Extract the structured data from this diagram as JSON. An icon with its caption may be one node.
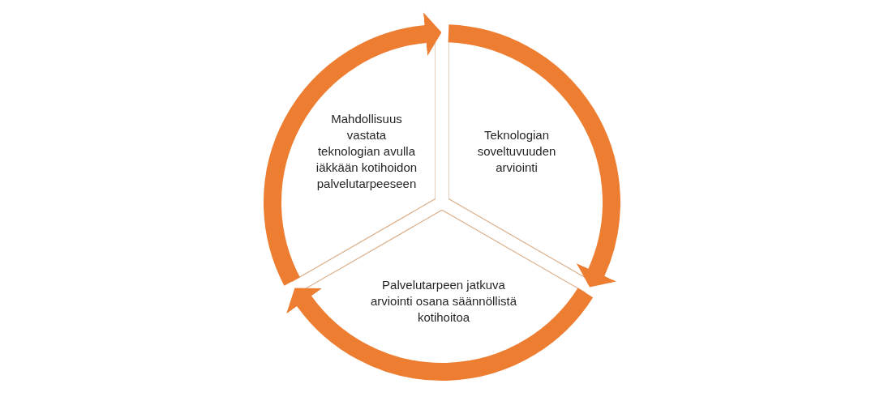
{
  "diagram": {
    "nodes": [
      {
        "text": [
          "Mahdollisuus vastata teknologian avulla iäkkään kotihoidon palvelutarpeeseen"
        ]
      },
      {
        "text": [
          "Teknologian soveltuvuuden arviointi"
        ]
      },
      {
        "text": [
          "Palvelutarpeen jatkuva arviointi osana säännöllistä kotihoitoa"
        ]
      }
    ],
    "edges": [
      {
        "from": 0,
        "to": 1,
        "arrow": "to"
      },
      {
        "from": 1,
        "to": 2,
        "arrow": "to"
      },
      {
        "from": 2,
        "to": 0,
        "arrow": "to"
      }
    ]
  }
}
